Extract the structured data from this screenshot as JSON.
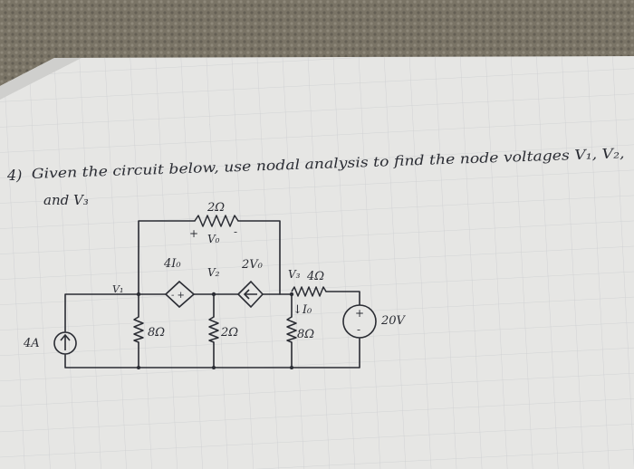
{
  "problem": {
    "number": "4)",
    "line1": "Given the circuit below, use nodal analysis to find the node voltages V₁, V₂,",
    "line2": "and V₃"
  },
  "labels": {
    "top_resistor": "2Ω",
    "vo_plus": "+",
    "vo": "V₀",
    "vo_minus": "-",
    "dep_current_source": "4I₀",
    "dep_current_signs": "- +",
    "v2": "V₂",
    "dep_voltage_source": "2V₀",
    "v3": "V₃",
    "right_resistor": "4Ω",
    "v1": "V₁",
    "io": "↓I₀",
    "source_4a": "4A",
    "left_resistor": "8Ω",
    "mid_resistor": "2Ω",
    "right_lower_resistor": "8Ω",
    "vs_plus": "+",
    "vs_minus": "-",
    "vs_value": "20V"
  },
  "colors": {
    "paper": "#e6e6e4",
    "ink": "#2a2c33",
    "grid": "#c9cbce",
    "background": "#6f6a60"
  }
}
